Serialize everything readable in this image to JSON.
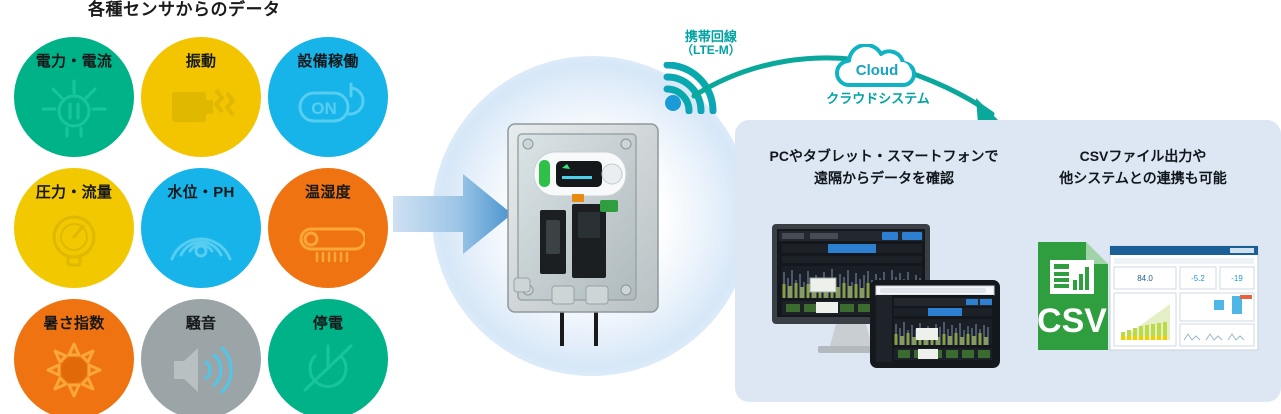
{
  "sensors": {
    "title": "各種センサからのデータ",
    "items": [
      {
        "label": "電力・電流",
        "color": "#00b288",
        "icon": "electric-current-icon"
      },
      {
        "label": "振動",
        "color": "#f2c500",
        "icon": "vibration-motor-icon"
      },
      {
        "label": "設備稼働",
        "color": "#16b4e8",
        "icon": "power-toggle-on-icon"
      },
      {
        "label": "圧力・流量",
        "color": "#f2c800",
        "icon": "pressure-gauge-icon"
      },
      {
        "label": "水位・PH",
        "color": "#16b4e8",
        "icon": "water-level-icon"
      },
      {
        "label": "温湿度",
        "color": "#ef7411",
        "icon": "thermometer-icon"
      },
      {
        "label": "暑さ指数",
        "color": "#ef7411",
        "icon": "sun-heat-icon"
      },
      {
        "label": "騒音",
        "color": "#9ba4a6",
        "icon": "speaker-noise-icon"
      },
      {
        "label": "停電",
        "color": "#00b288",
        "icon": "power-outage-icon"
      }
    ]
  },
  "center": {
    "device_name": "iot-gateway-device",
    "flow_arrow": "flow-arrow-right"
  },
  "network": {
    "lte_line1": "携帯回線",
    "lte_line2": "（LTE-M）",
    "cloud_badge": "Cloud",
    "cloud_caption": "クラウドシステム",
    "accent_teal": "#00a3a3",
    "accent_blue": "#1a9ad7"
  },
  "panel": {
    "background": "#dde7f3",
    "remote": {
      "caption_line1": "PCやタブレット・スマートフォンで",
      "caption_line2": "遠隔からデータを確認"
    },
    "csv": {
      "caption_line1": "CSVファイル出力や",
      "caption_line2": "他システムとの連携も可能",
      "badge_label": "CSV",
      "badge_color": "#2f9e3f"
    }
  }
}
